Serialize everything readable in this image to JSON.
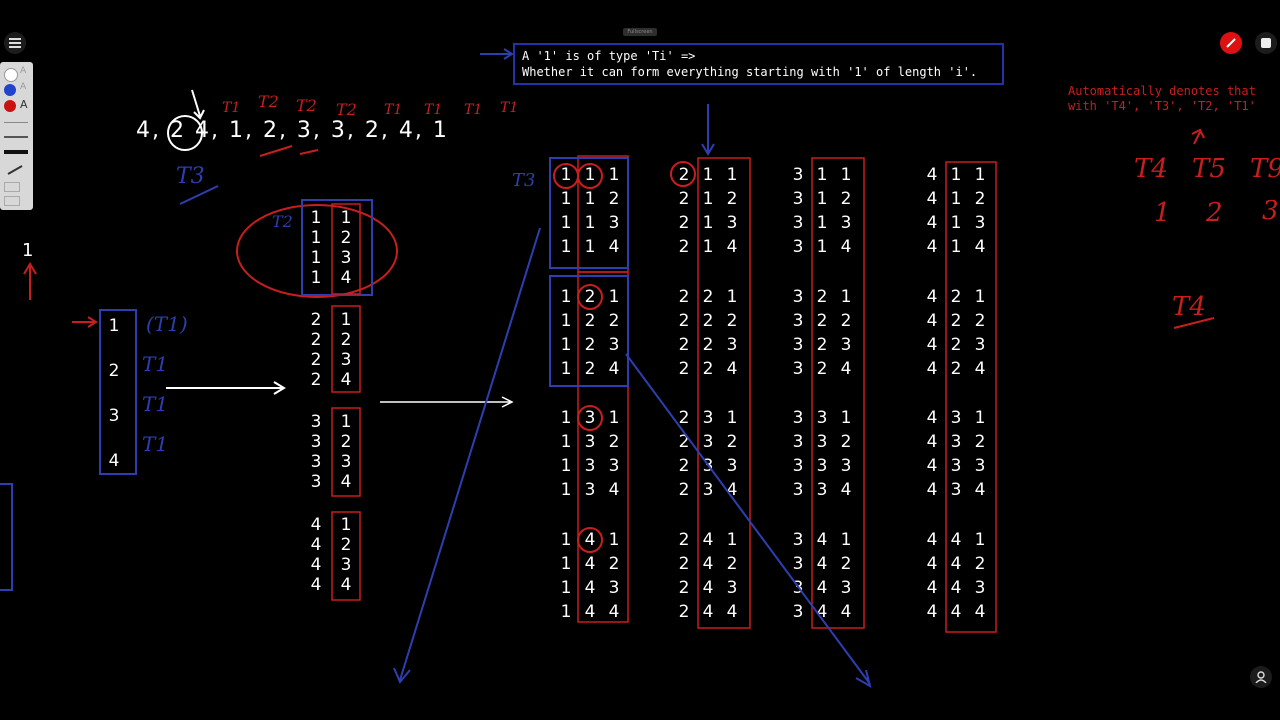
{
  "chrome": {
    "menu_icon": "hamburger-icon",
    "pencil_icon": "pencil-icon",
    "sticky_icon": "sticky-note-icon",
    "user_icon": "user-icon",
    "chip_label": "Fullscreen"
  },
  "toolbar": {
    "tools": [
      {
        "name": "white-color",
        "color": "#ffffff",
        "label": "A"
      },
      {
        "name": "blue-color",
        "color": "#2244cc",
        "label": "A"
      },
      {
        "name": "red-color",
        "color": "#cc1111",
        "label": "A"
      }
    ]
  },
  "note": {
    "line1": "A '1' is of type 'Ti' =>",
    "line2": "Whether it can form everything starting with '1' of length 'i'."
  },
  "sequence": {
    "before": "4, ",
    "circled": "2",
    "after": " 4, 1, 2, 3, 3, 2, 4, 1"
  },
  "red_note": {
    "line1": "Automatically denotes that",
    "line2": "with 'T4', 'T3', 'T2, 'T1'"
  },
  "annotations": {
    "t_labels": [
      "T1",
      "T2",
      "T2",
      "T2",
      "T1",
      "T1",
      "T1",
      "T1"
    ],
    "t3_blue": "T3",
    "t2_blue": "T2",
    "t3_grid": "T3",
    "t1_label": "T1",
    "right_t": [
      "T4",
      "T5",
      "T9"
    ],
    "right_nums": [
      "1",
      "2",
      "3"
    ],
    "right_t4": "T4",
    "left_one": "1"
  },
  "col_T1": [
    "1",
    "2",
    "3",
    "4"
  ],
  "col_T1_labels": [
    "(T1)",
    "T1",
    "T1",
    "T1"
  ],
  "pairs": [
    [
      "1",
      "1"
    ],
    [
      "1",
      "2"
    ],
    [
      "1",
      "3"
    ],
    [
      "1",
      "4"
    ],
    [
      "2",
      "1"
    ],
    [
      "2",
      "2"
    ],
    [
      "2",
      "3"
    ],
    [
      "2",
      "4"
    ],
    [
      "3",
      "1"
    ],
    [
      "3",
      "2"
    ],
    [
      "3",
      "3"
    ],
    [
      "3",
      "4"
    ],
    [
      "4",
      "1"
    ],
    [
      "4",
      "2"
    ],
    [
      "4",
      "3"
    ],
    [
      "4",
      "4"
    ]
  ],
  "triples_first": [
    "1",
    "2",
    "3",
    "4"
  ]
}
